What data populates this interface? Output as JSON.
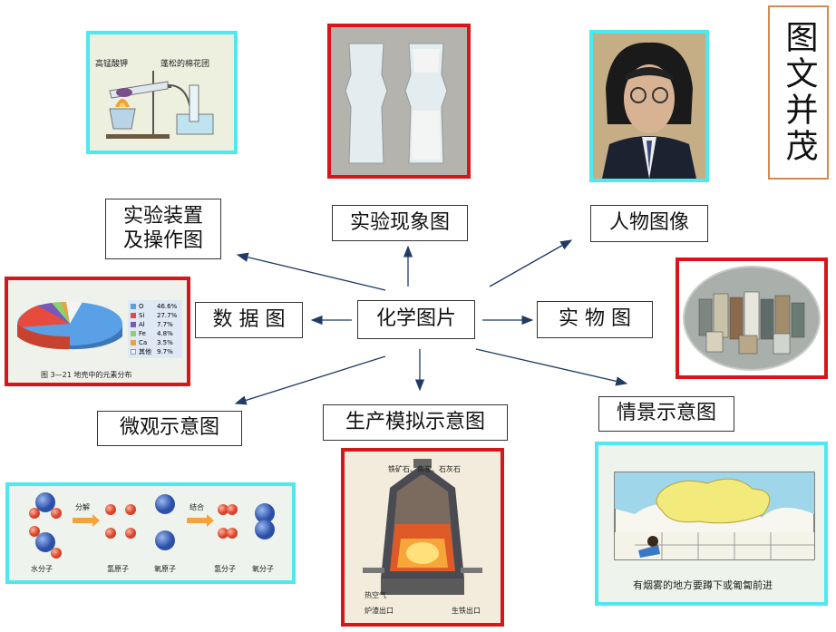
{
  "corner_title": "图文并茂",
  "center_label": "化学图片",
  "categories": {
    "apparatus": {
      "line1": "实验装置",
      "line2": "及操作图"
    },
    "phenomenon": "实验现象图",
    "portrait": "人物图像",
    "data": "数 据 图",
    "object": "实 物 图",
    "micro": "微观示意图",
    "production": "生产模拟示意图",
    "scene": "情景示意图"
  },
  "apparatus_image": {
    "label_left": "高锰酸钾",
    "label_right": "蓬松的棉花团"
  },
  "pie_image": {
    "legend": [
      {
        "name": "O",
        "value": "46.6%",
        "color": "#5aa0e6"
      },
      {
        "name": "Si",
        "value": "27.7%",
        "color": "#e84b3c"
      },
      {
        "name": "Al",
        "value": "7.7%",
        "color": "#7a57b8"
      },
      {
        "name": "Fe",
        "value": "4.8%",
        "color": "#8bd36a"
      },
      {
        "name": "Ca",
        "value": "3.5%",
        "color": "#f0a040"
      },
      {
        "name": "其他",
        "value": "9.7%",
        "color": "#f4f4f4"
      }
    ],
    "caption": "图 3—21  地壳中的元素分布"
  },
  "micro_image": {
    "arrow1": "分解",
    "arrow2": "结合",
    "labels": [
      "水分子",
      "氢原子",
      "氧原子",
      "氢分子",
      "氧分子"
    ]
  },
  "furnace_image": {
    "top_label": "铁矿石、焦炭、石灰石",
    "label_hot_air": "热空气",
    "label_slag": "炉渣出口",
    "label_iron": "生铁出口"
  },
  "scene_image": {
    "caption": "有烟雾的地方要蹲下或匍匐前进"
  },
  "colors": {
    "red_frame": "#d9141b",
    "cyan_frame": "#4ee8ee",
    "arrow": "#1f3b66"
  }
}
